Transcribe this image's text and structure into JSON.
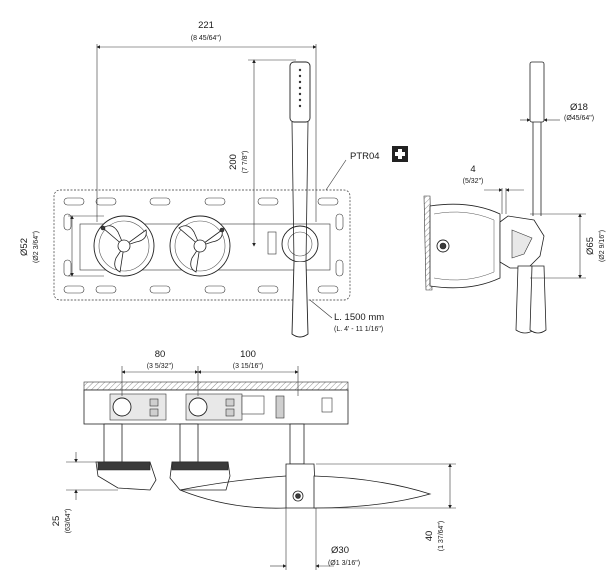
{
  "dims": {
    "width_221": {
      "value": "221",
      "inch": "(8 45/64\")"
    },
    "height_200": {
      "value": "200",
      "inch": "(7 7/8\")"
    },
    "dia_52": {
      "value": "Ø52",
      "inch": "(Ø2 3/64\")"
    },
    "dia_18": {
      "value": "Ø18",
      "inch": "(Ø45/64\")"
    },
    "dim_4": {
      "value": "4",
      "inch": "(5/32\")"
    },
    "dia_65": {
      "value": "Ø65",
      "inch": "(Ø2 9/16\")"
    },
    "hose": {
      "value": "L. 1500 mm",
      "inch": "(L. 4' - 11 1/16\")"
    },
    "spacing_80": {
      "value": "80",
      "inch": "(3 5/32\")"
    },
    "spacing_100": {
      "value": "100",
      "inch": "(3 15/16\")"
    },
    "depth_25": {
      "value": "25",
      "inch": "(63/64\")"
    },
    "depth_40": {
      "value": "40",
      "inch": "(1 37/64\")"
    },
    "dia_30": {
      "value": "Ø30",
      "inch": "(Ø1 3/16\")"
    }
  },
  "part_code": "PTR04",
  "plus_icon": "plus-icon"
}
